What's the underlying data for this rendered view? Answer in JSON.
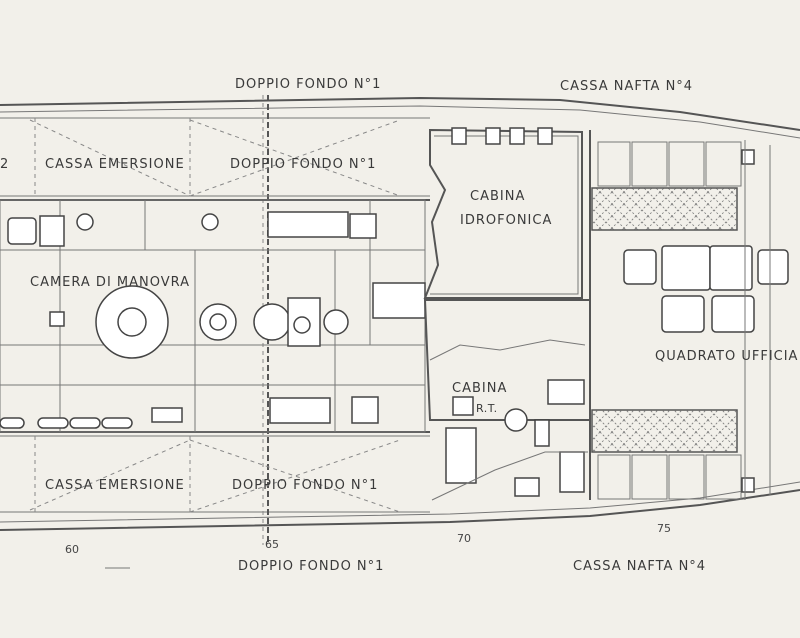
{
  "labels": {
    "doppio_fondo_top": "DOPPIO FONDO N°1",
    "cassa_nafta_top": "CASSA NAFTA N°4",
    "cassa_emersione_upper": "CASSA EMERSIONE",
    "doppio_fondo_upper": "DOPPIO FONDO N°1",
    "camera_manovra": "CAMERA DI MANOVRA",
    "cabina_idrofonica_1": "CABINA",
    "cabina_idrofonica_2": "IDROFONICA",
    "quadrato_ufficiali": "QUADRATO UFFICIA",
    "cabina_rt_1": "CABINA",
    "cabina_rt_2": "R.T.",
    "cassa_emersione_lower": "CASSA EMERSIONE",
    "doppio_fondo_lower": "DOPPIO FONDO N°1",
    "doppio_fondo_bottom": "DOPPIO FONDO N°1",
    "cassa_nafta_bottom": "CASSA NAFTA N°4",
    "edge_number": "2"
  },
  "frames": [
    "60",
    "65",
    "70",
    "75"
  ]
}
